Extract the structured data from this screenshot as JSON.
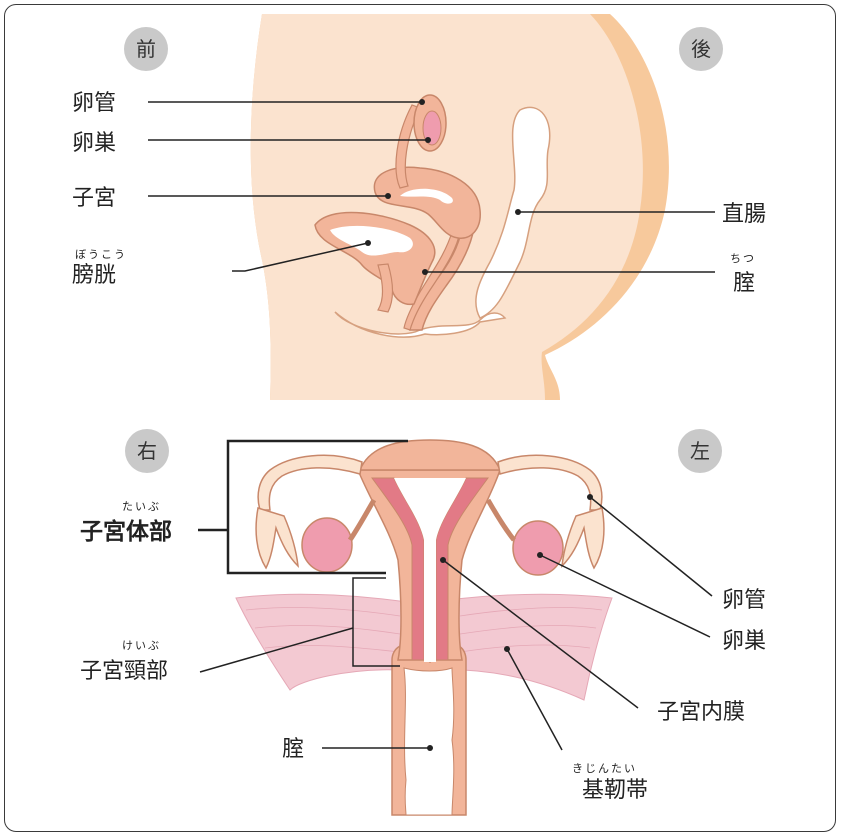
{
  "side_view": {
    "orientation_front": "前",
    "orientation_back": "後",
    "labels": {
      "oviduct": "卵管",
      "ovary": "卵巣",
      "uterus": "子宮",
      "bladder": "膀胱",
      "bladder_reading": "ぼうこう",
      "rectum": "直腸",
      "vagina": "腟",
      "vagina_reading": "ちつ"
    }
  },
  "front_view": {
    "orientation_right": "右",
    "orientation_left": "左",
    "labels": {
      "uterine_body": "子宮体部",
      "uterine_body_reading": "たいぶ",
      "cervix": "子宮頸部",
      "cervix_reading": "けいぶ",
      "vagina": "腟",
      "oviduct": "卵管",
      "ovary": "卵巣",
      "endometrium": "子宮内膜",
      "ligament": "基靭帯",
      "ligament_reading": "きじんたい"
    }
  },
  "colors": {
    "body_skin": "#fbe3cf",
    "body_outline": "#f7c99c",
    "organ_fill": "#f2b59a",
    "organ_outline": "#c8876a",
    "organ_dark": "#e27a86",
    "ligament_pink": "#f3c9d2",
    "ovary_pink": "#ef9cae",
    "circle_grey": "#c9c9c9"
  }
}
